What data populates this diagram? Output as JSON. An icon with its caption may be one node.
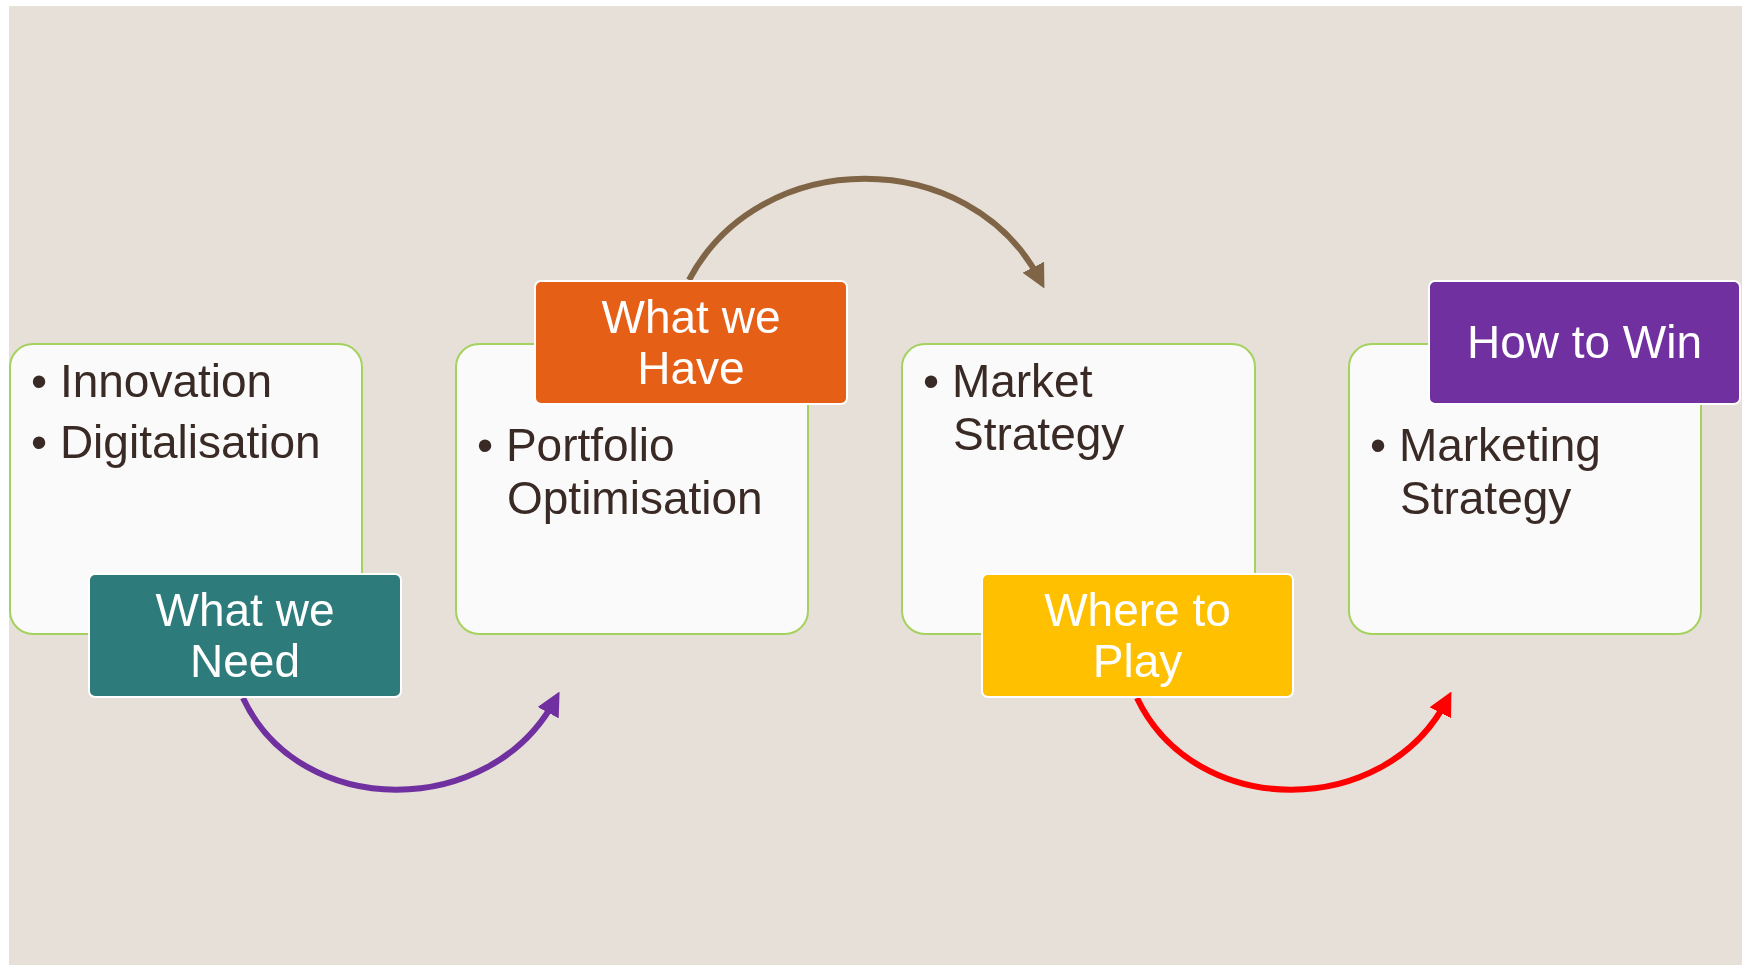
{
  "diagram": {
    "nodes": [
      {
        "text": [
          "• Innovation",
          "• Digitalisation"
        ]
      },
      {
        "text": [
          "What we Need"
        ]
      },
      {
        "text": [
          "What we Have"
        ]
      },
      {
        "text": [
          "• Portfolio Optimisation"
        ]
      },
      {
        "text": [
          "• Market Strategy"
        ]
      },
      {
        "text": [
          "Where to Play"
        ]
      },
      {
        "text": [
          "How to Win"
        ]
      },
      {
        "text": [
          "• Marketing Strategy"
        ]
      }
    ],
    "edges": [
      {
        "from": 1,
        "to": null,
        "arrow": "to",
        "color": "#7030a0"
      },
      {
        "from": 2,
        "to": null,
        "arrow": "to",
        "color": "#7f6545"
      },
      {
        "from": 5,
        "to": null,
        "arrow": "to",
        "color": "#ff0000"
      }
    ]
  }
}
